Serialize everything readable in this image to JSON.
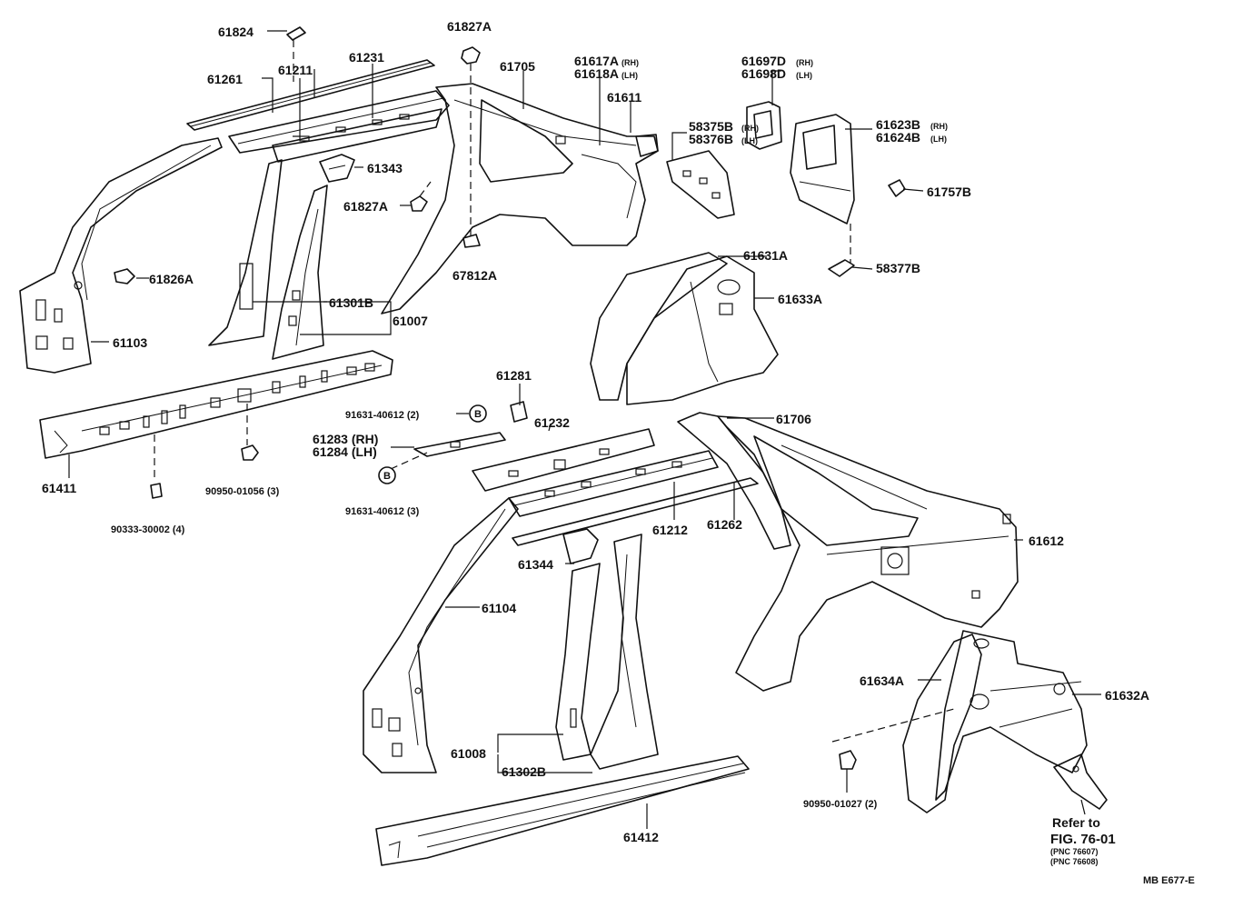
{
  "labels": {
    "p61824": "61824",
    "p61827A_top": "61827A",
    "p61261": "61261",
    "p61211": "61211",
    "p61231": "61231",
    "p61705": "61705",
    "p61617A": "61617A",
    "p61617A_rh": "(RH)",
    "p61618A": "61618A",
    "p61618A_lh": "(LH)",
    "p61611": "61611",
    "p61697D": "61697D",
    "p61697D_rh": "(RH)",
    "p61698D": "61698D",
    "p61698D_lh": "(LH)",
    "p58375B": "58375B",
    "p58375B_rh": "(RH)",
    "p58376B": "58376B",
    "p58376B_lh": "(LH)",
    "p61623B": "61623B",
    "p61623B_rh": "(RH)",
    "p61624B": "61624B",
    "p61624B_lh": "(LH)",
    "p61757B": "61757B",
    "p61343": "61343",
    "p61827A_mid": "61827A",
    "p67812A": "67812A",
    "p58377B": "58377B",
    "p61631A": "61631A",
    "p61826A": "61826A",
    "p61633A": "61633A",
    "p61301B": "61301B",
    "p61007": "61007",
    "p61103": "61103",
    "p61281": "61281",
    "p91631_top": "91631-40612 (2)",
    "p61232": "61232",
    "p61706": "61706",
    "p61283": "61283 (RH)",
    "p61284": "61284 (LH)",
    "p61411": "61411",
    "p90950_01056": "90950-01056 (3)",
    "p91631_bot": "91631-40612 (3)",
    "p61212": "61212",
    "p61262": "61262",
    "p61612": "61612",
    "p90333": "90333-30002 (4)",
    "p61344": "61344",
    "p61104": "61104",
    "p61634A": "61634A",
    "p61632A": "61632A",
    "p61008": "61008",
    "p61302B": "61302B",
    "p90950_01027": "90950-01027 (2)",
    "p61412": "61412",
    "refer_to": "Refer to",
    "fig": "FIG. 76-01",
    "pnc1": "(PNC 76607)",
    "pnc2": "(PNC 76608)",
    "drawing_code": "MB E677-E"
  },
  "bolt_symbol": "B"
}
